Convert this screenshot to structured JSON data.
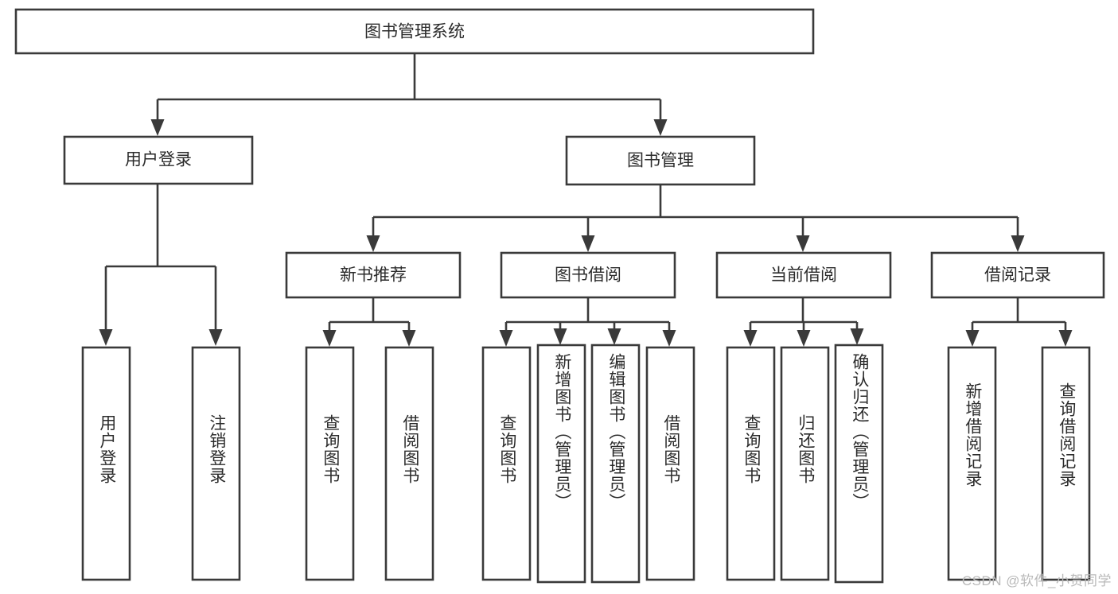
{
  "diagram": {
    "title": "图书管理系统",
    "type": "tree-hierarchy",
    "background_color": "#ffffff",
    "line_color": "#3a3a3a",
    "box_fill": "#ffffff",
    "text_color": "#2b2b2b",
    "root": {
      "label": "图书管理系统",
      "id": "root",
      "orientation": "horizontal"
    },
    "level2": [
      {
        "id": "user-login",
        "label": "用户登录",
        "orientation": "horizontal"
      },
      {
        "id": "book-management",
        "label": "图书管理",
        "orientation": "horizontal"
      }
    ],
    "level3": [
      {
        "id": "new-book-recommend",
        "label": "新书推荐",
        "orientation": "horizontal",
        "parent": "book-management"
      },
      {
        "id": "book-borrow",
        "label": "图书借阅",
        "orientation": "horizontal",
        "parent": "book-management"
      },
      {
        "id": "current-borrow",
        "label": "当前借阅",
        "orientation": "horizontal",
        "parent": "book-management"
      },
      {
        "id": "borrow-record",
        "label": "借阅记录",
        "orientation": "horizontal",
        "parent": "book-management"
      }
    ],
    "leaves": [
      {
        "id": "leaf-user-login",
        "label": "用户登录",
        "parent": "user-login",
        "orientation": "vertical"
      },
      {
        "id": "leaf-logout-login",
        "label": "注销登录",
        "parent": "user-login",
        "orientation": "vertical"
      },
      {
        "id": "leaf-query-book-1",
        "label": "查询图书",
        "parent": "new-book-recommend",
        "orientation": "vertical"
      },
      {
        "id": "leaf-borrow-book-1",
        "label": "借阅图书",
        "parent": "new-book-recommend",
        "orientation": "vertical"
      },
      {
        "id": "leaf-query-book-2",
        "label": "查询图书",
        "parent": "book-borrow",
        "orientation": "vertical"
      },
      {
        "id": "leaf-add-book",
        "label": "新增图书（管理员）",
        "parent": "book-borrow",
        "orientation": "vertical"
      },
      {
        "id": "leaf-edit-book",
        "label": "编辑图书（管理员）",
        "parent": "book-borrow",
        "orientation": "vertical"
      },
      {
        "id": "leaf-borrow-book-2",
        "label": "借阅图书",
        "parent": "book-borrow",
        "orientation": "vertical"
      },
      {
        "id": "leaf-query-book-3",
        "label": "查询图书",
        "parent": "current-borrow",
        "orientation": "vertical"
      },
      {
        "id": "leaf-return-book",
        "label": "归还图书",
        "parent": "current-borrow",
        "orientation": "vertical"
      },
      {
        "id": "leaf-confirm-return",
        "label": "确认归还（管理员）",
        "parent": "current-borrow",
        "orientation": "vertical"
      },
      {
        "id": "leaf-add-record",
        "label": "新增借阅记录",
        "parent": "borrow-record",
        "orientation": "vertical"
      },
      {
        "id": "leaf-query-record",
        "label": "查询借阅记录",
        "parent": "borrow-record",
        "orientation": "vertical"
      }
    ]
  },
  "watermark": {
    "text": "CSDN @软件_小贺同学"
  }
}
